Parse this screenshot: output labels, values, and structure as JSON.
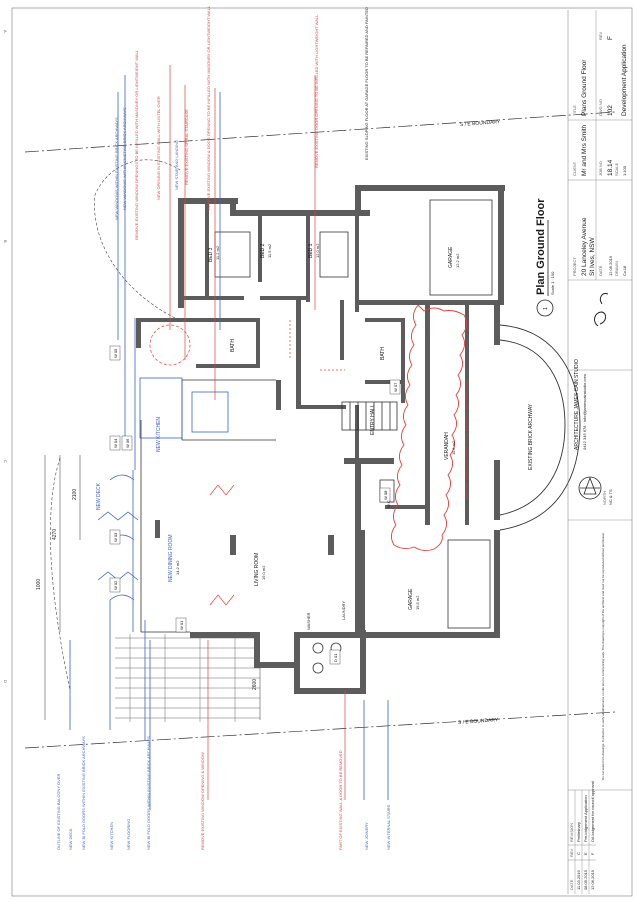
{
  "plan": {
    "title": "Plan Ground Floor",
    "scale": "Scale 1 : 100",
    "detail_no": "1"
  },
  "boundaries": {
    "side": "S / E BOUNDARY",
    "rear": "S / E BOUNDARY"
  },
  "rooms": [
    {
      "name": "BED 3",
      "area": "11.2 m2"
    },
    {
      "name": "BED 2",
      "area": "11.5 m2"
    },
    {
      "name": "BED 1",
      "area": "12.0 m2"
    },
    {
      "name": "GARAGE",
      "area": "12.2 m2"
    },
    {
      "name": "BATH",
      "area": ""
    },
    {
      "name": "BATH",
      "area": ""
    },
    {
      "name": "NEW KITCHEN",
      "area": ""
    },
    {
      "name": "LIVING ROOM",
      "area": "19.0 m2"
    },
    {
      "name": "NEW DINING ROOM",
      "area": "14.2 m2"
    },
    {
      "name": "ENTRY HALL",
      "area": ""
    },
    {
      "name": "VERANDAH",
      "area": "11.6 m2"
    },
    {
      "name": "GARAGE",
      "area": "19.5 m2"
    },
    {
      "name": "NEW DECK",
      "area": ""
    },
    {
      "name": "EXISTING BRICK ARCHWAY",
      "area": ""
    }
  ],
  "windows": [
    "W 05",
    "W 04",
    "W 03",
    "W 02",
    "W 01",
    "W 06",
    "W 07",
    "W 08",
    "D 01"
  ],
  "dimensions": [
    "1000",
    "4270",
    "2600",
    "2100"
  ],
  "notes_blue": [
    "NEW WINDOWS WITHIN EXISTING BRICK ARCHWAYS",
    "NEW WINDOWS WITHIN EXISTING BRICK ARCHWAYS",
    "NEW KITCHEN",
    "NEW STAIR AND LANDING",
    "NEW BI FOLD DOORS WITHIN EXISTING BRICK ARCHWAYS",
    "NEW FLOORING",
    "NEW BI FOLD DOORS WITHIN EXISTING BRICK ARCHWAYS",
    "NEW JOINERY",
    "NEW INTERNAL STAIRS"
  ],
  "notes_red": [
    "REMOVE EXISTING WINDOW OPENINGS TO BE INFILLED WITH MASONRY OR LIGHTWEIGHT WALL",
    "NEW OPENING IN EXISTING WALL WITH LINTEL OVER",
    "REMOVE EXISTING SPIRAL STAIRCASE",
    "REMOVE EXISTING WINDOW & DOOR OPENING TO BE INFILLED WITH MASONRY OR LIGHTWEIGHT WALL",
    "REMOVE EXISTING DOOR OPENING TO BE INFILLED WITH LIGHTWEIGHT WALL",
    "REMOVE EXISTING WINDOW OPENING & WINDOW",
    "PART OF EXISTING WALL & DOOR TO BE REMOVED",
    "EXISTING VERANDAH ROOF TO BE REMOVED AND REPLACED"
  ],
  "notes_black": [
    "EXISTING SLOPING FLOOR AT GARAGE FLOOR TO BE REPAIRED AND PAINTED",
    "WASHER",
    "LAUNDRY",
    "W.C."
  ],
  "outline_labels": [
    "OUTLINE OF EXISTING BALCONY OVER",
    "NEW DECK"
  ],
  "title_block": {
    "address_label": "PROJECT",
    "address_line1": "20 Lanceley Avenue",
    "address_line2": "St Ives, NSW",
    "client_label": "CLIENT",
    "client": "Mr and Mrs Smith",
    "sheet_name_label": "TITLE",
    "sheet_name": "Plans Ground Floor",
    "job_label": "JOB NO",
    "job": "18.14",
    "dwg_label": "DWG NO",
    "dwg": "102",
    "rev_label": "REV",
    "rev": "F",
    "date_label": "DATE",
    "date": "12.06.2019",
    "scale_label": "SCALE",
    "scale": "1:100",
    "drawn_label": "DRAWN",
    "drawn": "Cv.18",
    "status": "Development Application",
    "architect": "ARCHITECTURE JAMES CAIN STUDIO",
    "architect_contact": "0412 345 678  ·  info@jamescainstudio.com",
    "north_label": "NORTH",
    "north_value": "NC & TS"
  },
  "revisions": {
    "headers": [
      "DATE",
      "REV",
      "REVISION"
    ],
    "rows": [
      [
        "11.03.2019",
        "C",
        "Preliminary"
      ],
      [
        "08.05.2019",
        "E",
        "Pre-lodgement Application"
      ],
      [
        "12.06.2019",
        "F",
        "DA lodgement for council approval"
      ]
    ]
  },
  "disclaimer": "Do not scale from drawings. Contractor to verify all dimensions on site prior to commencing work. This drawing is copyright of the architect and must not be reproduced without permission.",
  "margin_refs": [
    "A",
    "B",
    "C",
    "D"
  ]
}
